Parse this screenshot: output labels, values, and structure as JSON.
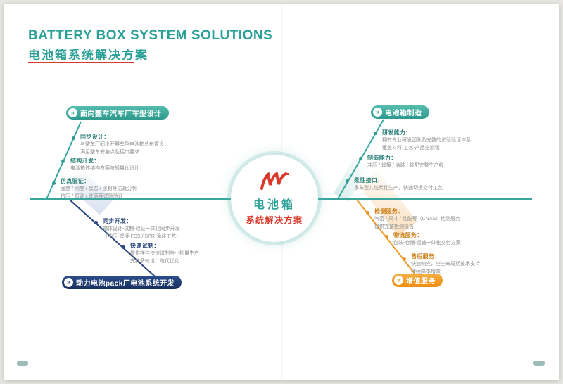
{
  "page": {
    "title_en": "BATTERY BOX SYSTEM SOLUTIONS",
    "title_zh": "电池箱系统解决方案"
  },
  "center": {
    "line1": "电池箱",
    "line2": "系统解决方案"
  },
  "icons": {
    "chevron": "»"
  },
  "colors": {
    "accent_teal": "#2aa096",
    "brand_red": "#d93a2b",
    "navy": "#27457e",
    "orange": "#f09a2a"
  },
  "branches": [
    {
      "label": "面向整车汽车厂车型设计",
      "items": [
        {
          "heading": "同步设计：",
          "lines": [
            "与整车厂同步开展车型电池箱总布置设计",
            "满足整车安装点及接口要求"
          ]
        },
        {
          "heading": "结构开发：",
          "lines": [
            "电池箱体结构方案与轻量化设计"
          ]
        },
        {
          "heading": "仿真验证：",
          "lines": [
            "强度 / 刚度 / 模态 / 密封等仿真分析",
            "挤压 / 振动 / 跌落等试验验证"
          ]
        }
      ]
    },
    {
      "label": "电池箱制造",
      "items": [
        {
          "heading": "研发能力：",
          "lines": [
            "拥有专业研发团队及完整的试验验证体系",
            "覆盖材料-工艺-产品全流程"
          ]
        },
        {
          "heading": "制造能力：",
          "lines": [
            "冲压 / 焊接 / 涂装 / 装配完整生产线"
          ]
        },
        {
          "heading": "柔性接口：",
          "lines": [
            "多车型共线柔性生产，快速切换交付工艺"
          ]
        }
      ]
    },
    {
      "label": "动力电池pack厂电池系统开发",
      "items": [
        {
          "heading": "同步开发：",
          "lines": [
            "箱体设计-试制-验证一体化同步开发",
            "（冲压-焊接-FDS / SPR-涂装工艺）"
          ]
        },
        {
          "heading": "快速试制：",
          "lines": [
            "提供样件快速试制与小批量生产",
            "支持多轮设计迭代优化"
          ]
        }
      ]
    },
    {
      "label": "增值服务",
      "items": [
        {
          "heading": "检测服务：",
          "lines": [
            "气密 / 尺寸 / 性能等（CNAS）检测服务",
            "提供完整检测报告"
          ]
        },
        {
          "heading": "物流服务：",
          "lines": [
            "包装-仓储-运输一体化交付方案"
          ]
        },
        {
          "heading": "售后服务：",
          "lines": [
            "快速响应，全生命周期技术支持",
            "持续降本增效"
          ]
        }
      ]
    }
  ]
}
